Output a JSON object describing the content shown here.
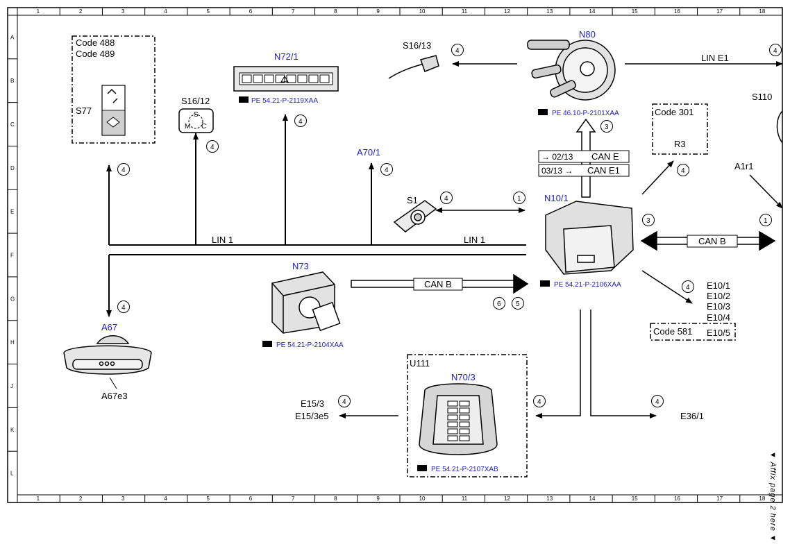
{
  "grid": {
    "cols": [
      "1",
      "2",
      "3",
      "4",
      "5",
      "6",
      "7",
      "8",
      "9",
      "10",
      "11",
      "12",
      "13",
      "14",
      "15",
      "16",
      "17",
      "18"
    ],
    "rows": [
      "A",
      "B",
      "C",
      "D",
      "E",
      "F",
      "G",
      "H",
      "J",
      "K",
      "L"
    ]
  },
  "side_note": "▼ Affix page 2 here ▼",
  "buses": {
    "lin1_left": "LIN 1",
    "lin1_right": "LIN 1",
    "lin_e1": "LIN E1",
    "can_b_n73": "CAN B",
    "can_b_right": "CAN B",
    "can_e_code": "→ 02/13",
    "can_e": "CAN E",
    "can_e1_code": "03/13 →",
    "can_e1": "CAN E1"
  },
  "components": {
    "n80": "N80",
    "n72_1": "N72/1",
    "n73": "N73",
    "n10_1": "N10/1",
    "n70_3": "N70/3",
    "a67": "A67",
    "a70_1": "A70/1",
    "s16_13": "S16/13",
    "s16_12": "S16/12",
    "s1": "S1",
    "s110": "S110",
    "a1r1": "A1r1",
    "s77": "S77",
    "a67e3": "A67e3",
    "u111": "U111",
    "r3": "R3",
    "e15_3": "E15/3",
    "e15_3e5": "E15/3e5",
    "e36_1": "E36/1",
    "e10_1": "E10/1",
    "e10_2": "E10/2",
    "e10_3": "E10/3",
    "e10_4": "E10/4",
    "e10_5": "E10/5"
  },
  "codes": {
    "c488": "Code 488",
    "c489": "Code 489",
    "c301": "Code 301",
    "c581": "Code 581"
  },
  "references": {
    "n72_1": "PE 54.21-P-2119XAA",
    "n80": "PE 46.10-P-2101XAA",
    "n10_1": "PE 54.21-P-2106XAA",
    "n73": "PE 54.21-P-2104XAA",
    "n70_3": "PE 54.21-P-2107XAB"
  },
  "markers": {
    "m4": "4",
    "m1": "1",
    "m3": "3",
    "m5": "5",
    "m6": "6"
  },
  "s16_12_letters": {
    "s": "S",
    "m": "M",
    "c": "C"
  }
}
